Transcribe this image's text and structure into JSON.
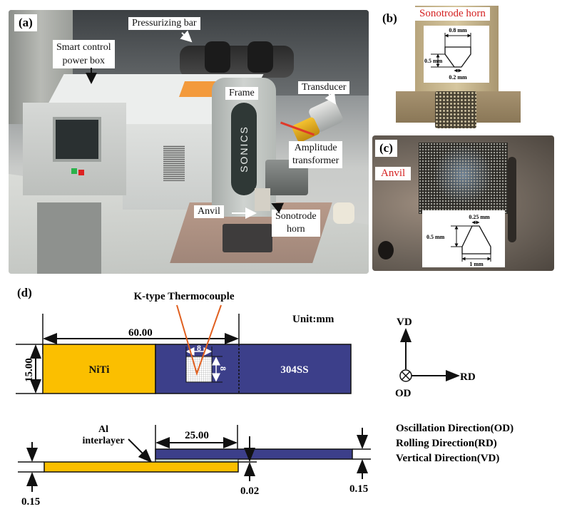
{
  "panel_a": {
    "tag": "(a)",
    "labels": {
      "pressurizing_bar": "Pressurizing bar",
      "power_box_line1": "Smart control",
      "power_box_line2": "power box",
      "frame": "Frame",
      "transducer": "Transducer",
      "amplitude_line1": "Amplitude",
      "amplitude_line2": "transformer",
      "anvil": "Anvil",
      "sonotrode_line1": "Sonotrode",
      "sonotrode_line2": "horn"
    },
    "brand_text": "SONICS"
  },
  "panel_b": {
    "tag": "(b)",
    "title": "Sonotrode horn",
    "title_color": "#d42020",
    "dims": {
      "top": "0.8 mm",
      "height": "0.5 mm",
      "bottom": "0.2 mm"
    }
  },
  "panel_c": {
    "tag": "(c)",
    "title": "Anvil",
    "title_color": "#d42020",
    "dims": {
      "top": "0.25 mm",
      "height": "0.5 mm",
      "bottom": "1 mm"
    }
  },
  "panel_d": {
    "tag": "(d)",
    "thermocouple": "K-type Thermocouple",
    "unit": "Unit:mm",
    "top_view": {
      "length_dim": "60.00",
      "width_dim": "15.00",
      "left_material": "NiTi",
      "right_material": "304SS",
      "square_w": "8",
      "square_h": "8"
    },
    "side_view": {
      "interlayer_line1": "Al",
      "interlayer_line2": "interlayer",
      "overlap_dim": "25.00",
      "left_thickness": "0.15",
      "interlayer_thickness": "0.02",
      "right_thickness": "0.15"
    },
    "axes": {
      "vd": "VD",
      "rd": "RD",
      "od": "OD"
    },
    "legend": [
      "Oscillation Direction(OD)",
      "Rolling Direction(RD)",
      "Vertical Direction(VD)"
    ],
    "colors": {
      "niti": "#fbbf00",
      "ss": "#3c3f8a",
      "thermocouple": "#e06020"
    }
  }
}
